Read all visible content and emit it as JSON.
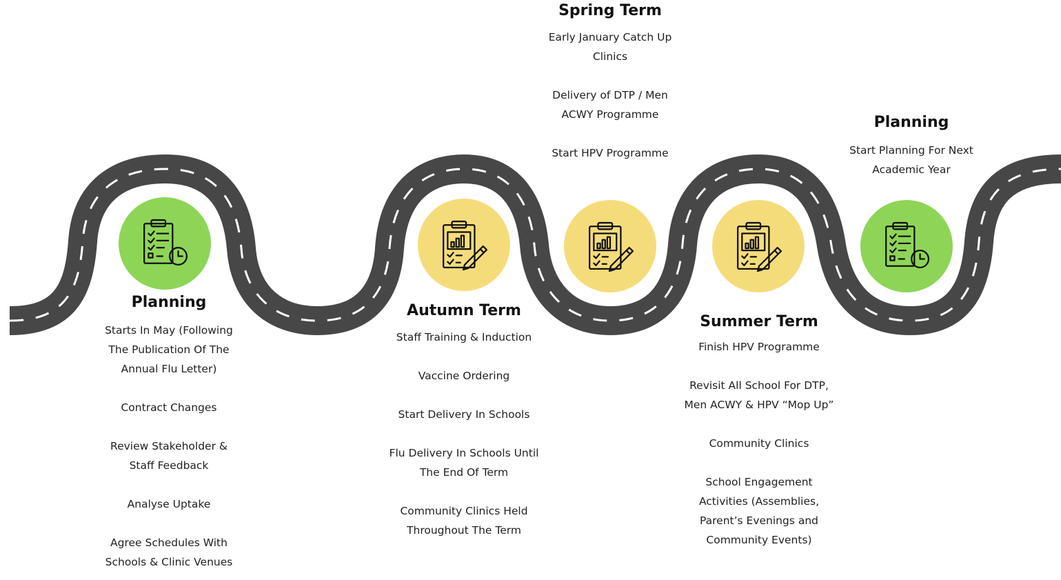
{
  "colors": {
    "road": "#474747",
    "dash": "#ffffff",
    "planning_circle": "#8ed557",
    "term_circle": "#f5dc7b",
    "icon_stroke": "#111111"
  },
  "stages": {
    "planning_start": {
      "title": "Planning",
      "icon": "checklist-clock-icon",
      "items": [
        "Starts In May (Following The Publication Of The Annual Flu Letter)",
        "Contract Changes",
        "Review Stakeholder & Staff Feedback",
        "Analyse Uptake",
        "Agree Schedules With Schools & Clinic Venues"
      ]
    },
    "autumn": {
      "title": "Autumn Term",
      "icon": "clipboard-chart-icon",
      "items": [
        "Staff Training & Induction",
        "Vaccine Ordering",
        "Start Delivery In Schools",
        "Flu Delivery In Schools Until The End Of Term",
        "Community Clinics Held Throughout The Term"
      ]
    },
    "spring": {
      "title": "Spring Term",
      "icon": "clipboard-chart-icon",
      "items": [
        "Early January Catch Up Clinics",
        "Delivery of DTP / Men ACWY Programme",
        "Start HPV Programme"
      ]
    },
    "summer": {
      "title": "Summer Term",
      "icon": "clipboard-chart-icon",
      "items": [
        "Finish HPV Programme",
        "Revisit All School For DTP, Men ACWY & HPV “Mop Up”",
        "Community Clinics",
        "School Engagement Activities (Assemblies, Parent’s Evenings and Community Events)"
      ]
    },
    "planning_next": {
      "title": "Planning",
      "icon": "checklist-clock-icon",
      "items": [
        "Start Planning For Next Academic Year"
      ]
    }
  }
}
